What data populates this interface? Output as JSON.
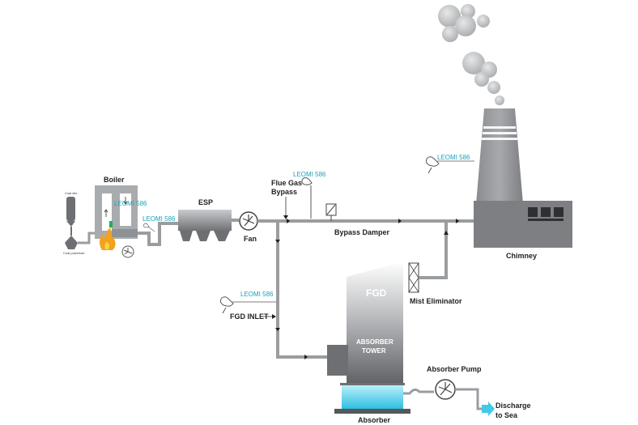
{
  "labels": {
    "boiler": "Boiler",
    "esp": "ESP",
    "fan": "Fan",
    "flue_gas_bypass_line1": "Flue Gas",
    "flue_gas_bypass_line2": "Bypass",
    "bypass_damper": "Bypass Damper",
    "chimney": "Chimney",
    "fgd": "FGD",
    "absorber_tower_line1": "ABSORBER",
    "absorber_tower_line2": "TOWER",
    "mist_eliminator": "Mist Eliminator",
    "fgd_inlet": "FGD INLET",
    "absorber_pump": "Absorber Pump",
    "discharge_line1": "Discharge",
    "discharge_line2": "to Sea",
    "absorber": "Absorber",
    "coal_silo": "Coal silo",
    "coal_pulverizer": "Coal pulverizer"
  },
  "sensors": {
    "boiler_inner": "LEOMI 586",
    "boiler_outlet": "LEOMI 586",
    "flue_gas_bypass": "LEOMI 586",
    "fgd_inlet": "LEOMI 586",
    "chimney": "LEOMI 586"
  },
  "colors": {
    "pipe": "#9a9da0",
    "equipment_dark": "#6d6f72",
    "equipment_mid": "#8e9195",
    "sensor_text": "#1aa3b8",
    "absorber_liquid": "#41c9e6",
    "flame": "#f2a21b",
    "discharge_arrow": "#41c9e6",
    "smoke": "#c8c9cb"
  }
}
